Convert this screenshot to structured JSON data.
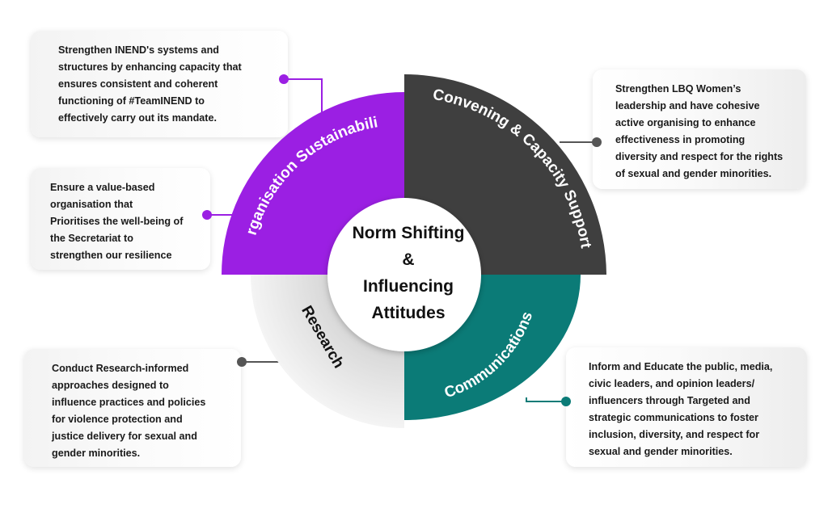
{
  "segments": {
    "organisation": {
      "label": "Organisation Sustainability",
      "color": "#9b1fe3"
    },
    "convening": {
      "label": "Convening & Capacity Support",
      "color": "#3f3f3f"
    },
    "communications": {
      "label": "Communications",
      "color": "#0b7b77"
    },
    "research": {
      "label": "Research",
      "color": "#e7e7e7"
    }
  },
  "center": {
    "line1": "Norm Shifting",
    "line2": "&",
    "line3": "Influencing",
    "line4": "Attitudes"
  },
  "cards": {
    "top_left": {
      "lines": [
        "Strengthen INEND's systems and",
        "structures by enhancing capacity that",
        "ensures consistent and coherent",
        "functioning of #TeamINEND to",
        "effectively carry out its mandate."
      ]
    },
    "mid_left": {
      "lines": [
        "Ensure a value-based",
        "organisation that",
        "Prioritises the well-being of",
        "the Secretariat to",
        "strengthen our resilience"
      ]
    },
    "bottom_left": {
      "lines": [
        "Conduct Research-informed",
        "approaches designed to",
        "influence practices and policies",
        "for violence protection and",
        "justice delivery for sexual and",
        "gender minorities."
      ]
    },
    "top_right": {
      "lines": [
        "Strengthen LBQ Women’s",
        "leadership and have cohesive",
        "active organising to enhance",
        "effectiveness in promoting",
        "diversity and respect for the rights",
        "of sexual and gender minorities."
      ]
    },
    "bottom_right": {
      "lines": [
        "Inform and Educate the public, media,",
        "civic leaders, and opinion leaders/",
        "influencers  through Targeted and",
        "strategic communications to foster",
        "inclusion, diversity, and respect for",
        "sexual and gender minorities."
      ]
    }
  }
}
